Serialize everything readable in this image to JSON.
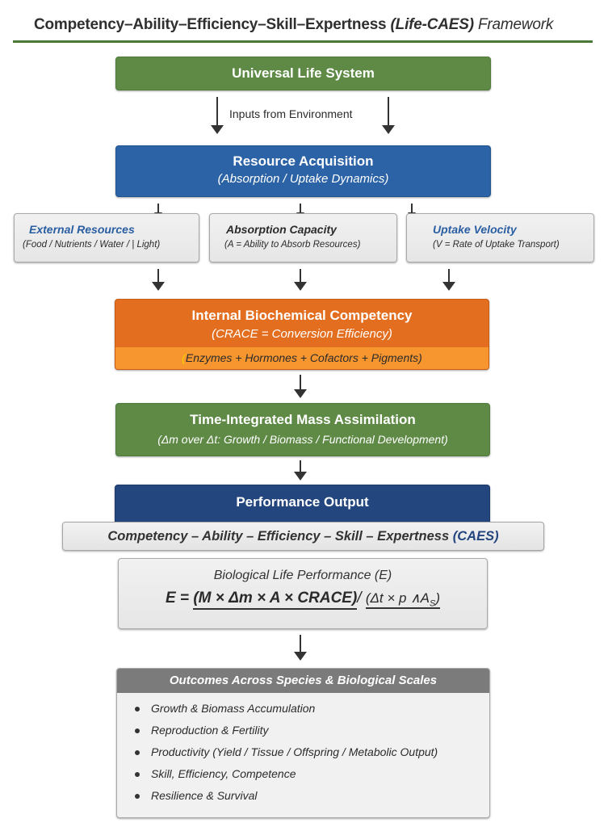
{
  "title": {
    "main": "Competency–Ability–Efficiency–Skill–Expertness",
    "paren": "(Life-CAES)",
    "suffix": "Framework"
  },
  "colors": {
    "green": "#5e8a46",
    "blue": "#2c63a6",
    "navy": "#24467e",
    "orange": "#e36e1f",
    "orange_light": "#f7962f",
    "grey_header": "#7b7b7b",
    "rule": "#4a7a3a"
  },
  "nodes": {
    "universal": {
      "title": "Universal Life System"
    },
    "inputs_label": "Inputs from Environment",
    "resource": {
      "title": "Resource Acquisition",
      "subtitle": "(Absorption / Uptake Dynamics)"
    },
    "external": {
      "title": "External Resources",
      "subtitle": "(Food / Nutrients / Water / | Light)"
    },
    "absorption": {
      "title": "Absorption Capacity",
      "subtitle": "(A = Ability to Absorb Resources)"
    },
    "uptake": {
      "title": "Uptake Velocity",
      "subtitle": "(V = Rate of Uptake Transport)"
    },
    "biochem": {
      "title": "Internal Biochemical Competency",
      "subtitle": "(CRACE = Conversion Efficiency)",
      "band_paren": "(",
      "band": "Enzymes + Hormones + Cofactors + Pigments)"
    },
    "mass": {
      "title": "Time-Integrated Mass Assimilation",
      "subtitle": "(Δm over Δt: Growth / Biomass / Functional Development)"
    },
    "performance": {
      "title": "Performance Output"
    },
    "caes_bar": {
      "text": "Competency – Ability – Efficiency – Skill – Expertness",
      "abbr": "(CAES)"
    },
    "formula": {
      "title": "Biological Life Performance (E)",
      "lhs": "E =",
      "numerator": "(M × Δm × A × CRACE)",
      "slash": "/",
      "denominator": "(Δt × p ∧A",
      "den_sub": "S",
      "den_close": ")"
    },
    "outcomes": {
      "title": "Outcomes Across Species & Biological Scales",
      "items": [
        "Growth & Biomass Accumulation",
        "Reproduction & Fertility",
        "Productivity (Yield / Tissue / Offspring / Metabolic Output)",
        "Skill, Efficiency, Competence",
        "Resilience & Survival"
      ]
    }
  }
}
